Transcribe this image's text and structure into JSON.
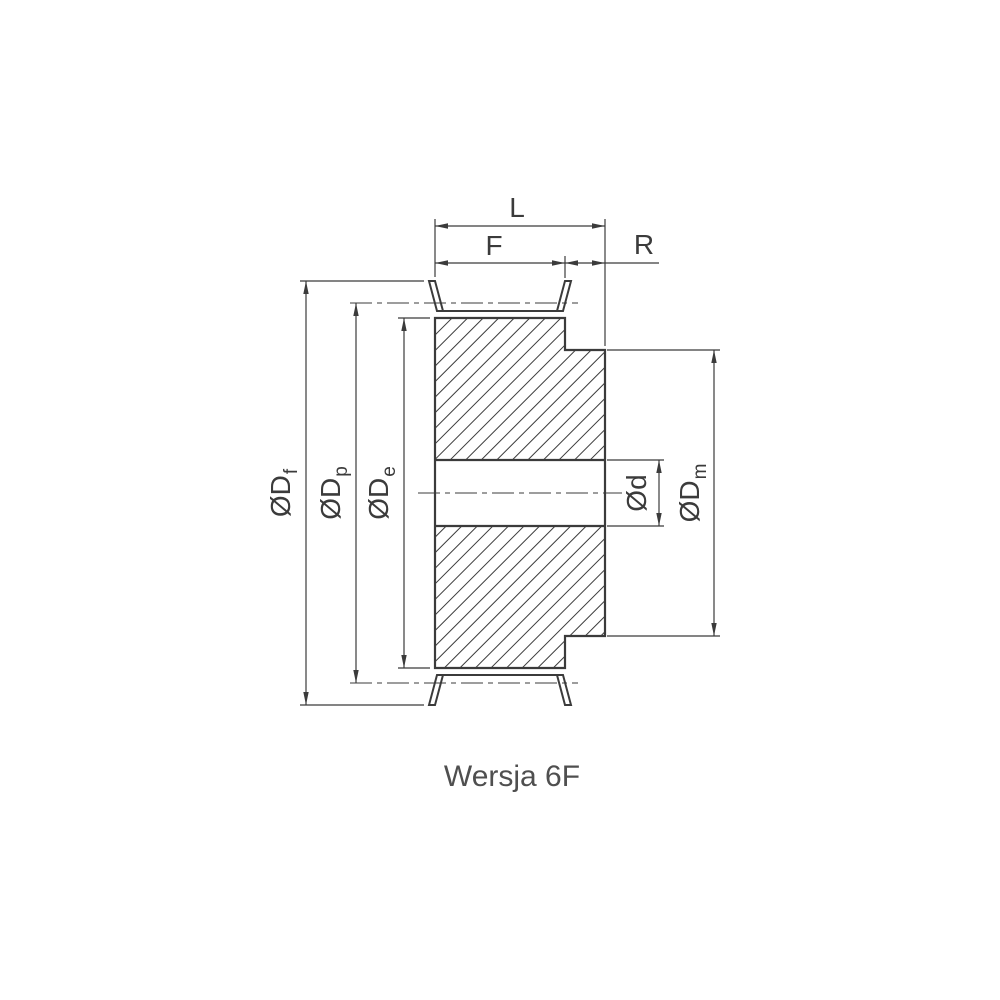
{
  "drawing": {
    "title": "Wersja 6F",
    "dimension_labels": {
      "length_L": "L",
      "face_width_F": "F",
      "recess_R": "R",
      "flange_diameter": {
        "main": "ØD",
        "sub": "f"
      },
      "pitch_diameter": {
        "main": "ØD",
        "sub": "p"
      },
      "outside_diameter": {
        "main": "ØD",
        "sub": "e"
      },
      "bore_diameter": {
        "main": "Ød",
        "sub": ""
      },
      "hub_diameter": {
        "main": "ØD",
        "sub": "m"
      }
    },
    "colors": {
      "line": "#3b3b3b",
      "title_text": "#4f4f4f",
      "background": "#ffffff"
    }
  }
}
